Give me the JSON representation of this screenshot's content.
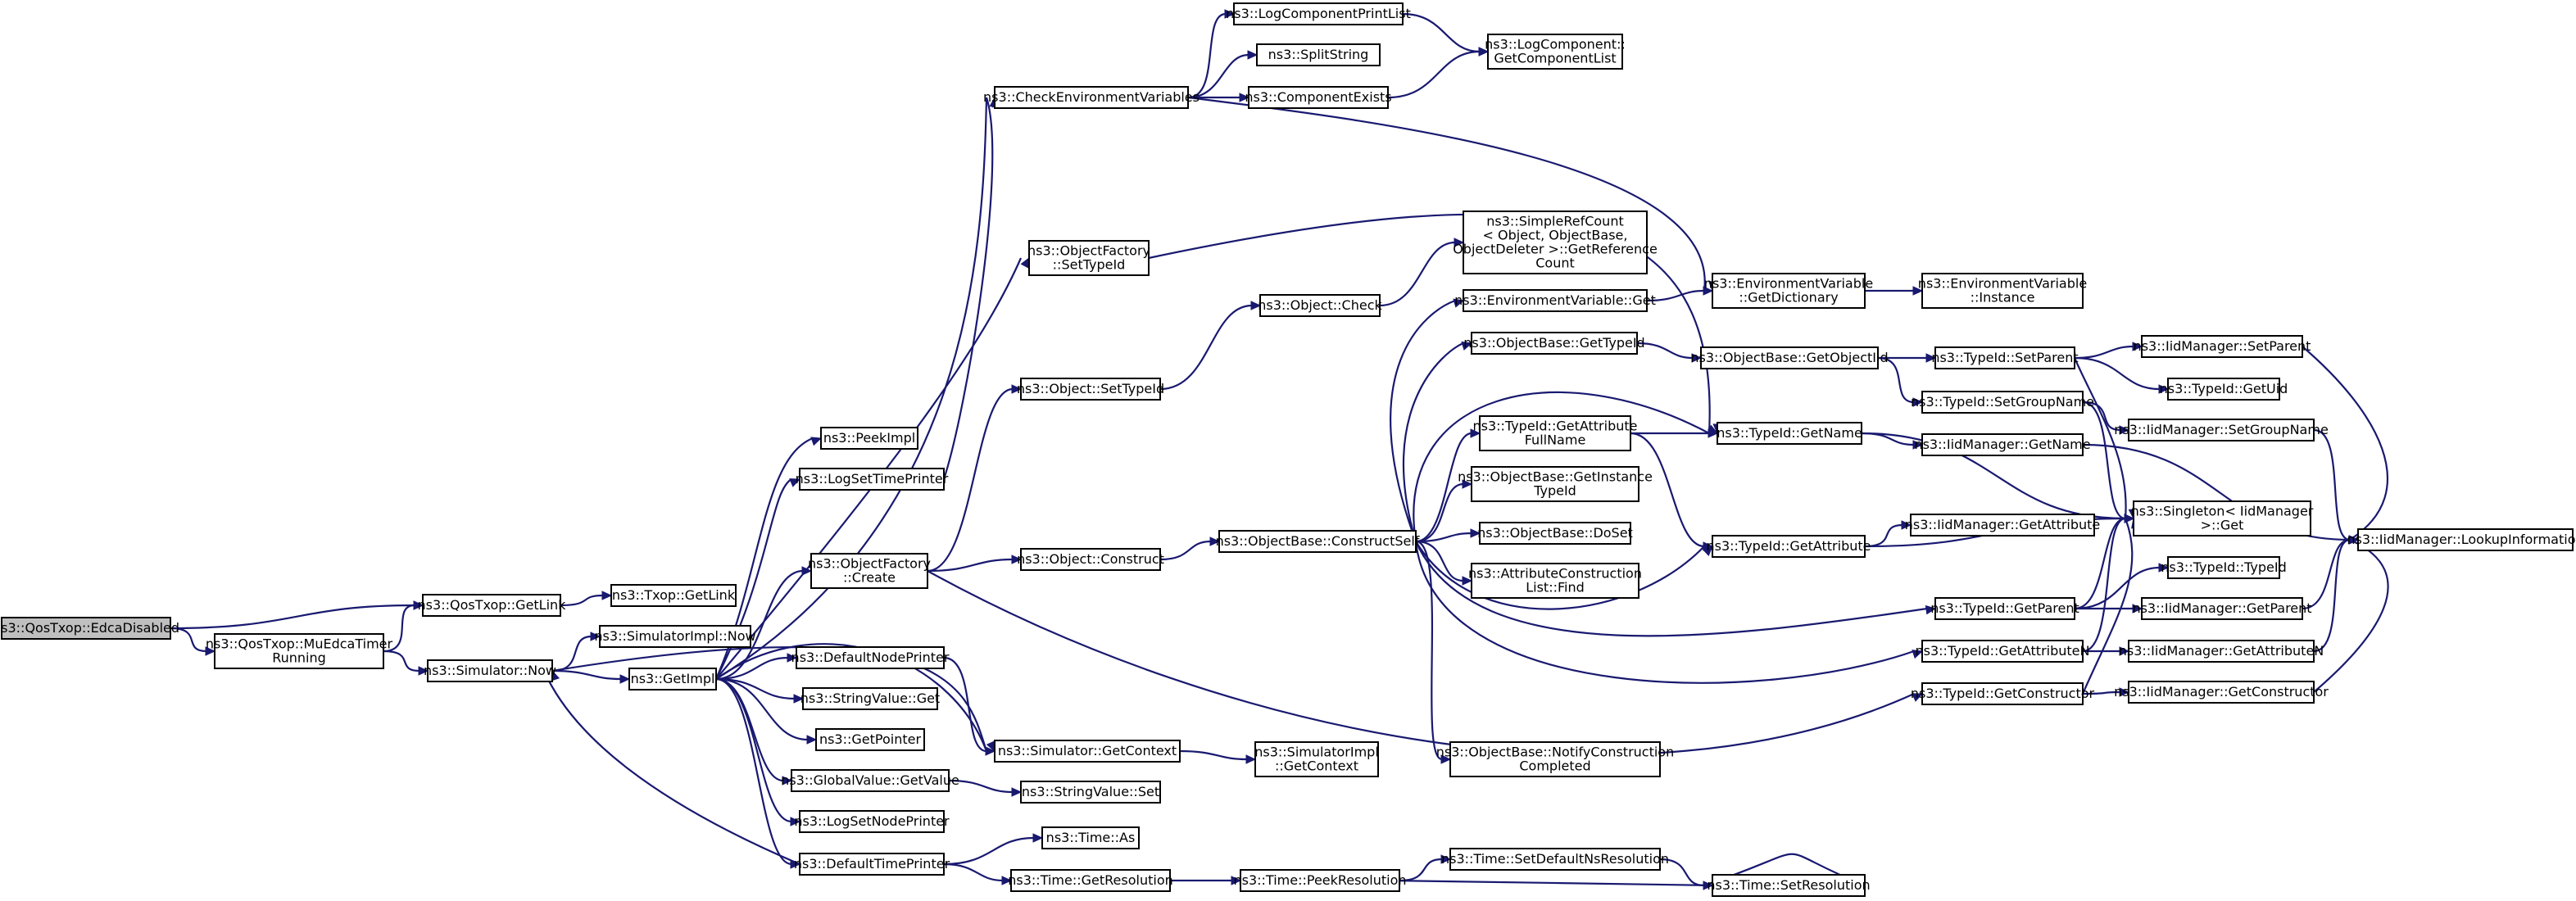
{
  "colors": {
    "edge": "#191970",
    "root_fill": "#bfbfbf",
    "node_fill": "#ffffff",
    "border": "#000000"
  },
  "nodes": {
    "EdcaDisabled": [
      "ns3::QosTxop::EdcaDisabled"
    ],
    "GetLink": [
      "ns3::QosTxop::GetLink"
    ],
    "MuEdca": [
      "ns3::QosTxop::MuEdcaTimer",
      "Running"
    ],
    "TxopGetLink": [
      "ns3::Txop::GetLink"
    ],
    "SimNow": [
      "ns3::Simulator::Now"
    ],
    "SimImplNow": [
      "ns3::SimulatorImpl::Now"
    ],
    "GetImpl": [
      "ns3::GetImpl"
    ],
    "PeekImpl": [
      "ns3::PeekImpl"
    ],
    "LogSetTimePrinter": [
      "ns3::LogSetTimePrinter"
    ],
    "OFCreate": [
      "ns3::ObjectFactory",
      "::Create"
    ],
    "DefaultNodePrinter": [
      "ns3::DefaultNodePrinter"
    ],
    "StringValueGet": [
      "ns3::StringValue::Get"
    ],
    "GetPointer": [
      "ns3::GetPointer"
    ],
    "GVGetValue": [
      "ns3::GlobalValue::GetValue"
    ],
    "LogSetNodePrinter": [
      "ns3::LogSetNodePrinter"
    ],
    "DefaultTimePrinter": [
      "ns3::DefaultTimePrinter"
    ],
    "CheckEnv": [
      "ns3::CheckEnvironmentVariables"
    ],
    "LogCompPrintList": [
      "ns3::LogComponentPrintList"
    ],
    "SplitString": [
      "ns3::SplitString"
    ],
    "ComponentExists": [
      "ns3::ComponentExists"
    ],
    "LogCompGetList": [
      "ns3::LogComponent::",
      "GetComponentList"
    ],
    "OFSetTypeId": [
      "ns3::ObjectFactory",
      "::SetTypeId"
    ],
    "ObjSetTypeId": [
      "ns3::Object::SetTypeId"
    ],
    "ObjConstruct": [
      "ns3::Object::Construct"
    ],
    "SimGetContext": [
      "ns3::Simulator::GetContext"
    ],
    "SimImplGetContext": [
      "ns3::SimulatorImpl",
      "::GetContext"
    ],
    "StringValueSet": [
      "ns3::StringValue::Set"
    ],
    "TimeAs": [
      "ns3::Time::As"
    ],
    "TimeGetRes": [
      "ns3::Time::GetResolution"
    ],
    "TimePeekRes": [
      "ns3::Time::PeekResolution"
    ],
    "ObjCheck": [
      "ns3::Object::Check"
    ],
    "SimpleRefCount": [
      "ns3::SimpleRefCount",
      "< Object, ObjectBase,",
      "ObjectDeleter >::GetReference",
      "Count"
    ],
    "ConstructSelf": [
      "ns3::ObjectBase::ConstructSelf"
    ],
    "EnvVarGet": [
      "ns3::EnvironmentVariable::Get"
    ],
    "OBGetTypeId": [
      "ns3::ObjectBase::GetTypeId"
    ],
    "TIGetAttrFullName": [
      "ns3::TypeId::GetAttribute",
      "FullName"
    ],
    "OBGetInstTypeId": [
      "ns3::ObjectBase::GetInstance",
      "TypeId"
    ],
    "OBDoSet": [
      "ns3::ObjectBase::DoSet"
    ],
    "AttrConsListFind": [
      "ns3::AttributeConstruction",
      "List::Find"
    ],
    "OBNotify": [
      "ns3::ObjectBase::NotifyConstruction",
      "Completed"
    ],
    "TimeSetDefaultNs": [
      "ns3::Time::SetDefaultNsResolution"
    ],
    "TimeSetRes": [
      "ns3::Time::SetResolution"
    ],
    "EnvVarGetDict": [
      "ns3::EnvironmentVariable",
      "::GetDictionary"
    ],
    "EnvVarInstance": [
      "ns3::EnvironmentVariable",
      "::Instance"
    ],
    "OBGetObjectIid": [
      "ns3::ObjectBase::GetObjectIid"
    ],
    "TIGetName": [
      "ns3::TypeId::GetName"
    ],
    "TIGetAttribute": [
      "ns3::TypeId::GetAttribute"
    ],
    "TIGetParent": [
      "ns3::TypeId::GetParent"
    ],
    "TIGetAttributeN": [
      "ns3::TypeId::GetAttributeN"
    ],
    "TIGetConstructor": [
      "ns3::TypeId::GetConstructor"
    ],
    "TISetParent": [
      "ns3::TypeId::SetParent"
    ],
    "TISetGroupName": [
      "ns3::TypeId::SetGroupName"
    ],
    "IidGetName": [
      "ns3::IidManager::GetName"
    ],
    "IidGetAttribute": [
      "ns3::IidManager::GetAttribute"
    ],
    "SingletonGet": [
      "ns3::Singleton< IidManager",
      " >::Get"
    ],
    "TITypeId": [
      "ns3::TypeId::TypeId"
    ],
    "IidGetParent": [
      "ns3::IidManager::GetParent"
    ],
    "IidGetAttributeN": [
      "ns3::IidManager::GetAttributeN"
    ],
    "IidGetConstructor": [
      "ns3::IidManager::GetConstructor"
    ],
    "IidSetParent": [
      "ns3::IidManager::SetParent"
    ],
    "TIGetUid": [
      "ns3::TypeId::GetUid"
    ],
    "IidSetGroupName": [
      "ns3::IidManager::SetGroupName"
    ],
    "IidLookup": [
      "ns3::IidManager::LookupInformation"
    ]
  }
}
